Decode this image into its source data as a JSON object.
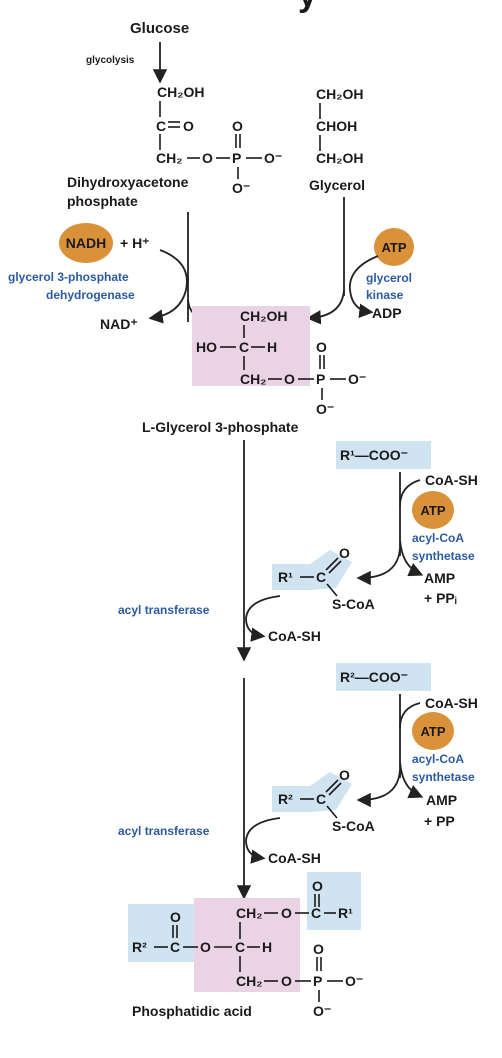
{
  "top_partial_glyph": "y",
  "glucose": "Glucose",
  "glycolysis": "glycolysis",
  "dhap": {
    "ch2oh": "CH₂OH",
    "c": "C",
    "o": "O",
    "ch2": "CH₂",
    "p": "P",
    "o_minus": "O⁻",
    "name_line1": "Dihydroxyacetone",
    "name_line2": "phosphate"
  },
  "glycerol": {
    "ch2oh_top": "CH₂OH",
    "choh": "CHOH",
    "ch2oh_bottom": "CH₂OH",
    "name": "Glycerol"
  },
  "nadh": "NADH",
  "h_plus": "+ H⁺",
  "nad_plus": "NAD⁺",
  "g3p_dehydrogenase_line1": "glycerol 3-phosphate",
  "g3p_dehydrogenase_line2": "dehydrogenase",
  "atp": "ATP",
  "glycerol_kinase_line1": "glycerol",
  "glycerol_kinase_line2": "kinase",
  "adp": "ADP",
  "g3p": {
    "ch2oh": "CH₂OH",
    "ho": "HO",
    "c": "C",
    "h": "H",
    "ch2": "CH₂",
    "o": "O",
    "p": "P",
    "o_minus": "O⁻",
    "name": "L-Glycerol 3-phosphate"
  },
  "step1": {
    "acid": "R¹—COO⁻",
    "coash_in": "CoA-SH",
    "atp": "ATP",
    "synthetase_line1": "acyl-CoA",
    "synthetase_line2": "synthetase",
    "amp": "AMP",
    "ppi": "+ PPᵢ",
    "acylcoa_r": "R¹",
    "acylcoa_c": "C",
    "acylcoa_o": "O",
    "acylcoa_scoa": "S-CoA",
    "transferase": "acyl transferase",
    "coash_out": "CoA-SH"
  },
  "step2": {
    "acid": "R²—COO⁻",
    "coash_in": "CoA-SH",
    "atp": "ATP",
    "synthetase_line1": "acyl-CoA",
    "synthetase_line2": "synthetase",
    "amp": "AMP",
    "pp": "+ PP",
    "acylcoa_r": "R²",
    "acylcoa_c": "C",
    "acylcoa_o": "O",
    "acylcoa_scoa": "S-CoA",
    "transferase": "acyl transferase",
    "coash_out": "CoA-SH"
  },
  "pa": {
    "top_o": "O",
    "ch2_top": "CH₂",
    "o_top": "O",
    "c_top": "C",
    "r1": "R¹",
    "left_o": "O",
    "r2": "R²",
    "c_left": "C",
    "o_mid": "O",
    "c_mid": "C",
    "h": "H",
    "ch2_bottom": "CH₂",
    "o_bottom": "O",
    "p": "P",
    "o_minus": "O⁻",
    "name": "Phosphatidic acid"
  },
  "colors": {
    "blue_label": "#2c5aa0",
    "orange_circle": "#d9913a",
    "pink_box": "#ead3e4",
    "blue_box": "#cfe3f1"
  }
}
